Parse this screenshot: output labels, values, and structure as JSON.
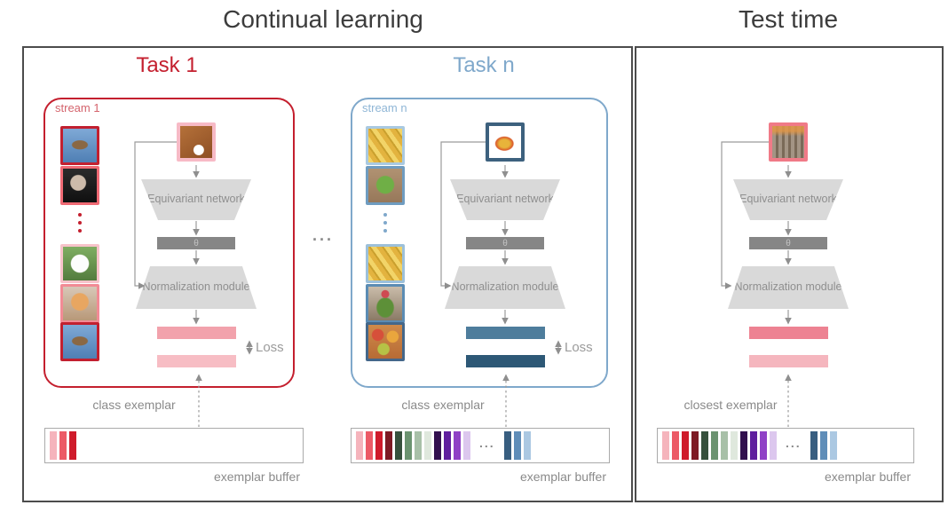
{
  "titles": {
    "continual": "Continual learning",
    "test": "Test time"
  },
  "pipeline": {
    "equivariant": "Equivariant network",
    "theta": "θ",
    "normalization": "Normalization module",
    "loss": "Loss"
  },
  "buffer_labels": {
    "class_exemplar": "class exemplar",
    "closest_exemplar": "closest exemplar",
    "exemplar_buffer": "exemplar buffer",
    "ellipsis": "..."
  },
  "tasks_ellipsis": "...",
  "task1": {
    "title": "Task 1",
    "accent": "#c41f2e",
    "stream_label": "stream 1",
    "stream_label_color": "#d4636c",
    "dots_color": "#c41f2e",
    "input_image": {
      "label": "corgi dog",
      "border": "#f7bac6"
    },
    "stream_images": [
      {
        "label": "flying hawk",
        "border": "#c22030"
      },
      {
        "label": "gray cat",
        "border": "#ef6a74"
      },
      {
        "label": "white dog",
        "border": "#f7c3ca"
      },
      {
        "label": "orange cat",
        "border": "#f28b95"
      },
      {
        "label": "flying hawk",
        "border": "#c22030"
      }
    ],
    "bar1_color": "#f2a2ac",
    "bar2_color": "#f7bdc4",
    "buffer_strips": [
      "#f5b4bc",
      "#ec5a66",
      "#cf1b2b"
    ]
  },
  "taskn": {
    "title": "Task n",
    "accent": "#7fa8cb",
    "stream_label": "stream n",
    "stream_label_color": "#8fb6d6",
    "dots_color": "#7fa8cb",
    "input_image": {
      "label": "mango",
      "border": "#3d617e"
    },
    "stream_images": [
      {
        "label": "bananas",
        "border": "#a9c9e1"
      },
      {
        "label": "watermelon",
        "border": "#6f9cc0"
      },
      {
        "label": "banana bunch",
        "border": "#9cc0da"
      },
      {
        "label": "carved watermelon",
        "border": "#5b8cb4"
      },
      {
        "label": "mangoes",
        "border": "#44678a"
      }
    ],
    "bar1_color": "#4e7d9c",
    "bar2_color": "#2d5876",
    "buffer_strips": [
      "#f5b4bc",
      "#ec5a66",
      "#cf1b2b",
      "#7e1a24",
      "#36503c",
      "#6b9370",
      "#a8c0a8",
      "#dfe8dd",
      "#32104f",
      "#5f1d9e",
      "#8f41c6",
      "#dcc7ee"
    ],
    "buffer_strips_blue": [
      "#385e80",
      "#5f8db8",
      "#abc8e2"
    ]
  },
  "test": {
    "input_image": {
      "label": "cat face",
      "border": "#f07a87"
    },
    "bar1_color": "#ed8292",
    "bar2_color": "#f5b6be",
    "buffer_strips": [
      "#f5b4bc",
      "#ec5a66",
      "#cf1b2b",
      "#7e1a24",
      "#36503c",
      "#6b9370",
      "#a8c0a8",
      "#dfe8dd",
      "#32104f",
      "#5f1d9e",
      "#8f41c6",
      "#dcc7ee"
    ],
    "buffer_strips_blue": [
      "#385e80",
      "#5f8db8",
      "#abc8e2"
    ]
  }
}
